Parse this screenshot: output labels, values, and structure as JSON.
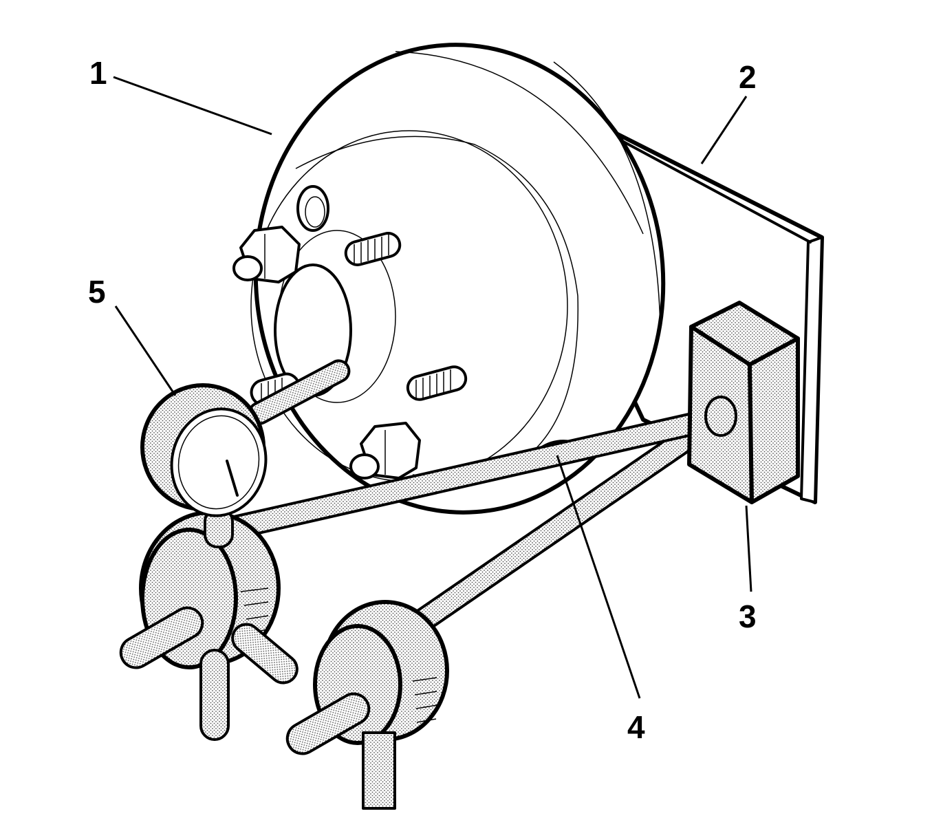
{
  "callouts": [
    {
      "id": "1",
      "label": "1"
    },
    {
      "id": "2",
      "label": "2"
    },
    {
      "id": "3",
      "label": "3"
    },
    {
      "id": "4",
      "label": "4"
    },
    {
      "id": "5",
      "label": "5"
    }
  ],
  "colors": {
    "line": "#000000",
    "background": "#ffffff",
    "stipple": "#b8b8b8"
  }
}
